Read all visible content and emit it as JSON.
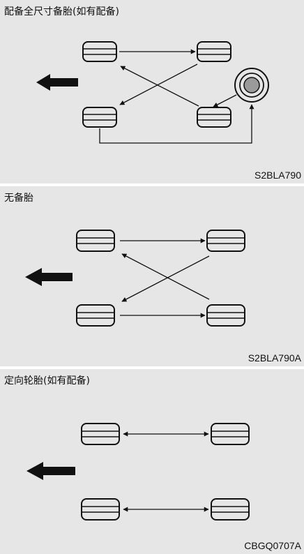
{
  "panels": [
    {
      "title": "配备全尺寸备胎(如有配备)",
      "code": "S2BLA790"
    },
    {
      "title": "无备胎",
      "code": "S2BLA790A"
    },
    {
      "title": "定向轮胎(如有配备)",
      "code": "CBGQ0707A"
    }
  ]
}
